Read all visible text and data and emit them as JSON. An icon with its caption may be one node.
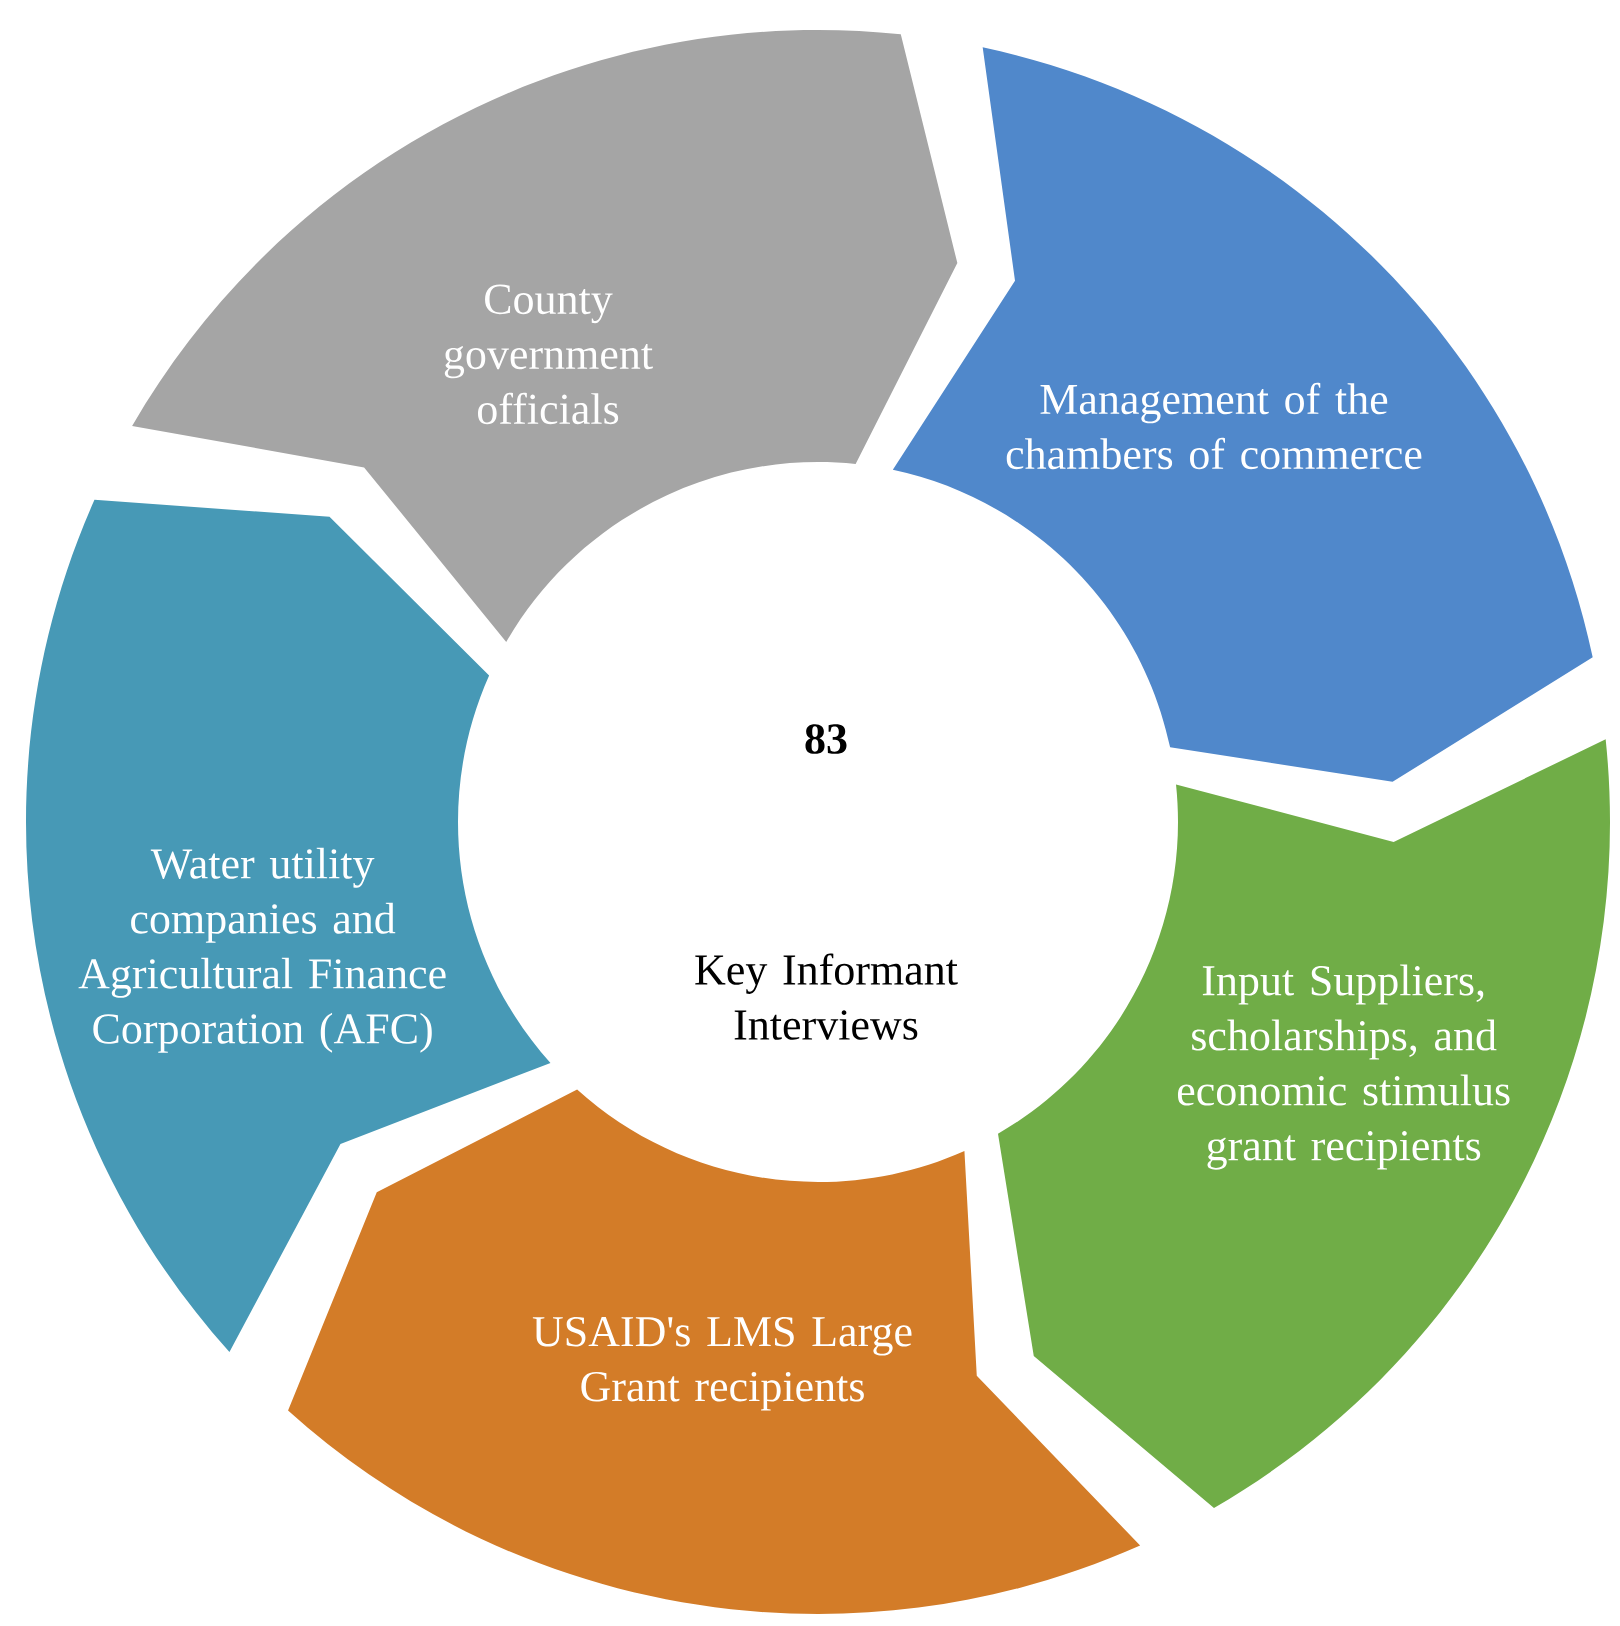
{
  "diagram": {
    "nodes": [
      {
        "text": [
          "83",
          "Key Informant Interviews"
        ]
      },
      {
        "text": [
          "County government officials"
        ]
      },
      {
        "text": [
          "Management of the chambers of commerce"
        ]
      },
      {
        "text": [
          "Input Suppliers, scholarships, and economic stimulus grant recipients"
        ]
      },
      {
        "text": [
          "USAID's LMS Large Grant recipients"
        ]
      },
      {
        "text": [
          "Water utility companies and Agricultural Finance Corporation (AFC)"
        ]
      }
    ]
  }
}
